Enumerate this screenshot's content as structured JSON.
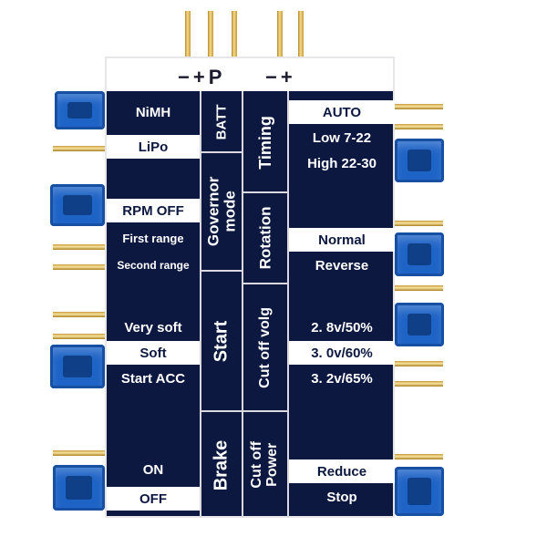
{
  "top": {
    "left_polarity": "−+P",
    "right_polarity": "−+"
  },
  "left_column": [
    {
      "label": "NiMH",
      "selected": false
    },
    {
      "label": "LiPo",
      "selected": true
    },
    {
      "label": "RPM OFF",
      "selected": true
    },
    {
      "label": "First range",
      "selected": false
    },
    {
      "label": "Second range",
      "selected": false
    },
    {
      "label": "Very soft",
      "selected": false
    },
    {
      "label": "Soft",
      "selected": true
    },
    {
      "label": "Start ACC",
      "selected": false
    },
    {
      "label": "ON",
      "selected": false
    },
    {
      "label": "OFF",
      "selected": true
    }
  ],
  "left_sections": [
    "BATT",
    "Governor\nmode",
    "Start",
    "Brake"
  ],
  "right_sections": [
    "Timing",
    "Rotation",
    "Cut off volg",
    "Cut off\nPower"
  ],
  "right_column": [
    {
      "label": "AUTO",
      "selected": true
    },
    {
      "label": "Low 7-22",
      "selected": false
    },
    {
      "label": "High 22-30",
      "selected": false
    },
    {
      "label": "Normal",
      "selected": true
    },
    {
      "label": "Reverse",
      "selected": false
    },
    {
      "label": "2. 8v/50%",
      "selected": false
    },
    {
      "label": "3. 0v/60%",
      "selected": true
    },
    {
      "label": "3. 2v/65%",
      "selected": false
    },
    {
      "label": "Reduce",
      "selected": true
    },
    {
      "label": "Stop",
      "selected": false
    }
  ],
  "colors": {
    "board": "#0c1840",
    "jumper": "#1e63c6",
    "pin": "#d9b45a",
    "selected_bg": "#ffffff"
  }
}
